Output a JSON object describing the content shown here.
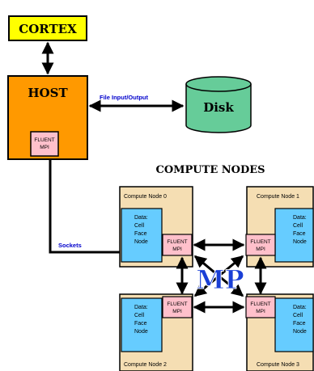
{
  "cortex": {
    "label": "CORTEX"
  },
  "host": {
    "label": "HOST",
    "fluent": {
      "line1": "FLUENT",
      "line2": "MPI"
    }
  },
  "disk": {
    "label": "Disk"
  },
  "file_io_label": "File Input/Output",
  "sockets_label": "Sockets",
  "compute_nodes_title": "COMPUTE NODES",
  "mp_label": "MP",
  "nodes": [
    {
      "title": "Compute Node 0",
      "data": [
        "Data:",
        "Cell",
        "Face",
        "Node"
      ],
      "fluent": [
        "FLUENT",
        "MPI"
      ]
    },
    {
      "title": "Compute Node 1",
      "data": [
        "Data:",
        "Cell",
        "Face",
        "Node"
      ],
      "fluent": [
        "FLUENT",
        "MPI"
      ]
    },
    {
      "title": "Compute Node 2",
      "data": [
        "Data:",
        "Cell",
        "Face",
        "Node"
      ],
      "fluent": [
        "FLUENT",
        "MPI"
      ]
    },
    {
      "title": "Compute Node 3",
      "data": [
        "Data:",
        "Cell",
        "Face",
        "Node"
      ],
      "fluent": [
        "FLUENT",
        "MPI"
      ]
    }
  ],
  "colors": {
    "cortex_fill": "#ffff00",
    "host_fill": "#ff9900",
    "disk_fill": "#66cc99",
    "node_fill": "#f5deb3",
    "data_fill": "#66ccff",
    "fluent_fill": "#ffc0cb",
    "mp_fill": "#1a3fd6",
    "label_blue": "#0000cc"
  }
}
